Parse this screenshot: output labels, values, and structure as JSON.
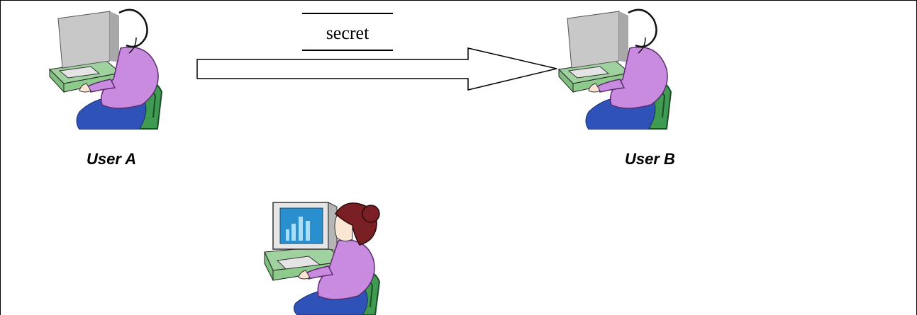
{
  "users": {
    "a": {
      "label": "User A"
    },
    "b": {
      "label": "User B"
    }
  },
  "message": {
    "text": "secret"
  },
  "icons": {
    "user_a": "user-at-computer-icon",
    "user_b": "user-at-computer-icon",
    "eavesdropper": "eavesdropper-at-computer-icon"
  },
  "colors": {
    "shirt": "#c98be0",
    "chair": "#3f9a52",
    "skirt": "#2f52b8",
    "desk": "#9fd29f",
    "monitor": "#c8c8c8",
    "hair": "#7a1f23",
    "screen": "#2a8fcf"
  }
}
